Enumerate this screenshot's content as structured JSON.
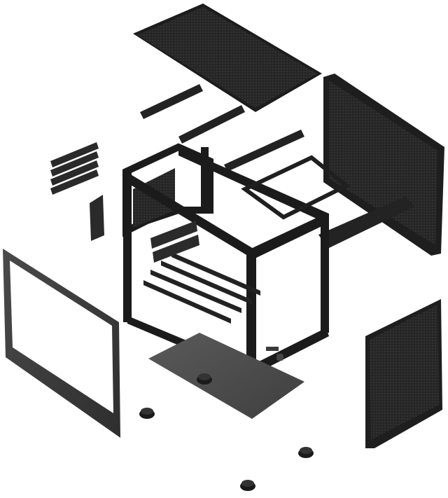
{
  "image": {
    "subject": "exploded-view-pc-case",
    "background_color": "#ffffff",
    "part_color": "#1e1e1e",
    "mesh_color": "#2a2a2a",
    "accent_color": "#3a3a3a"
  },
  "parts": {
    "top_panel": {
      "icon": "mesh-top-panel"
    },
    "side_panel_right": {
      "icon": "mesh-side-panel"
    },
    "side_frame_left": {
      "icon": "panel-frame"
    },
    "front_panel": {
      "icon": "mesh-front-panel"
    },
    "bottom_plate": {
      "icon": "bottom-plate"
    },
    "chassis_frame": {
      "icon": "chassis-frame"
    },
    "gpu_brackets": {
      "icon": "pci-brackets"
    },
    "mounting_rails": {
      "icon": "mounting-rails"
    },
    "feet": {
      "icon": "rubber-feet",
      "count": 4
    }
  }
}
